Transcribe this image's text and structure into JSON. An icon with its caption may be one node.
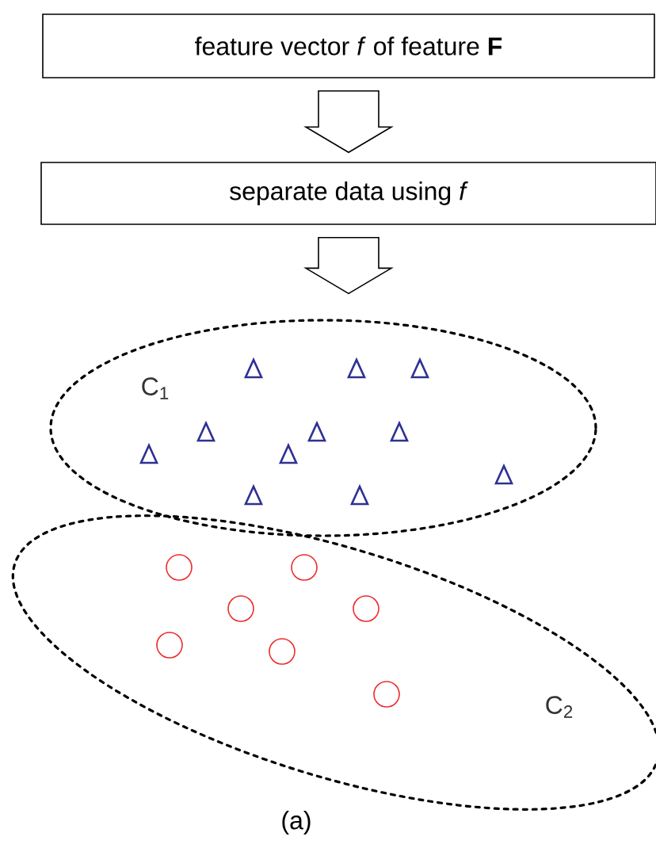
{
  "diagram": {
    "caption": "(a)",
    "nodes": [
      {
        "text": [
          "feature vector *f* of feature **F**"
        ]
      },
      {
        "text": [
          "separate data using *f*"
        ]
      },
      {
        "text": [
          "C$_{1}$"
        ]
      },
      {
        "text": [
          "C$_{2}$"
        ]
      }
    ],
    "edges": [
      {
        "from": 0,
        "to": 1,
        "arrow": "to"
      },
      {
        "from": 1,
        "to": 2,
        "arrow": "to"
      }
    ]
  }
}
